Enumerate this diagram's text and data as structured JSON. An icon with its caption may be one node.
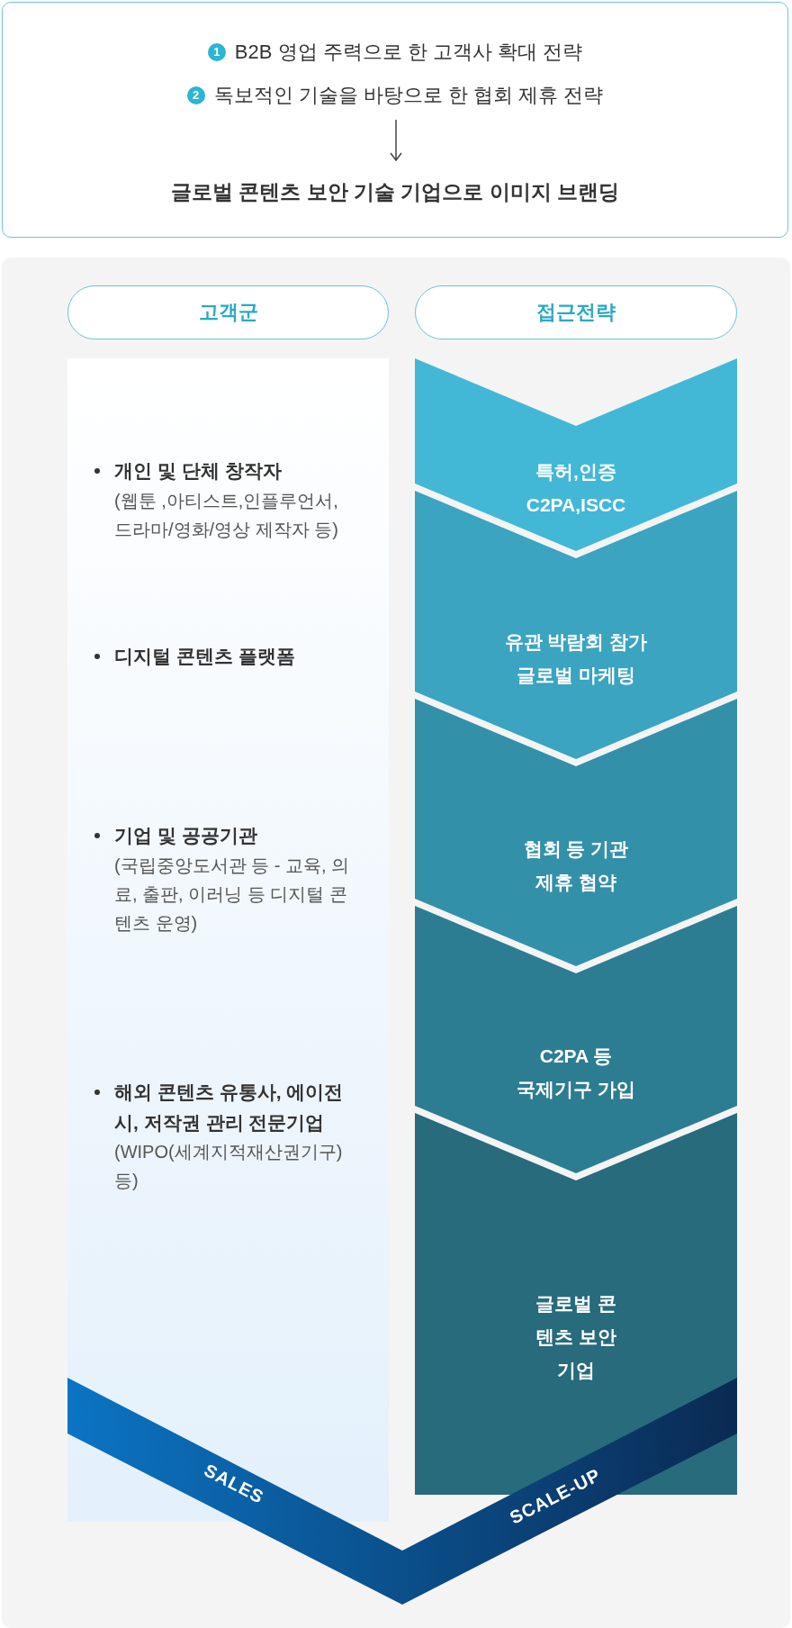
{
  "diagram": {
    "nodes": [
      {
        "text": [
          "B2B 영업 주력으로 한 고객사 확대 전략",
          "독보적인 기술을 바탕으로 한 협회 제휴 전략",
          "글로벌 콘텐츠 보안 기술 기업으로 이미지 브랜딩"
        ]
      },
      {
        "text": [
          "고객군"
        ]
      },
      {
        "text": [
          "접근전략"
        ]
      },
      {
        "text": [
          "개인 및 단체 창작자",
          "(웹툰 ,아티스트,인플루언서, 드라마/영화/영상 제작자 등)",
          "디지털 콘텐츠 플랫폼",
          "기업 및 공공기관",
          "(국립중앙도서관 등 - 교육, 의료, 출판, 이러닝 등 디지털 콘텐츠 운영)",
          "해외 콘텐츠 유통사, 에이전시, 저작권 관리 전문기업",
          "(WIPO(세계지적재산권기구) 등)"
        ]
      },
      {
        "text": [
          "특허,인증",
          "C2PA,ISCC"
        ]
      },
      {
        "text": [
          "유관 박람회 참가",
          "글로벌 마케팅"
        ]
      },
      {
        "text": [
          "협회 등 기관",
          "제휴 협약"
        ]
      },
      {
        "text": [
          "C2PA 등",
          "국제기구 가입"
        ]
      },
      {
        "text": [
          "글로벌 콘텐츠 보안기업"
        ]
      },
      {
        "text": [
          "SALES",
          "SCALE-UP"
        ]
      }
    ],
    "labels": [
      "1",
      "2"
    ]
  }
}
